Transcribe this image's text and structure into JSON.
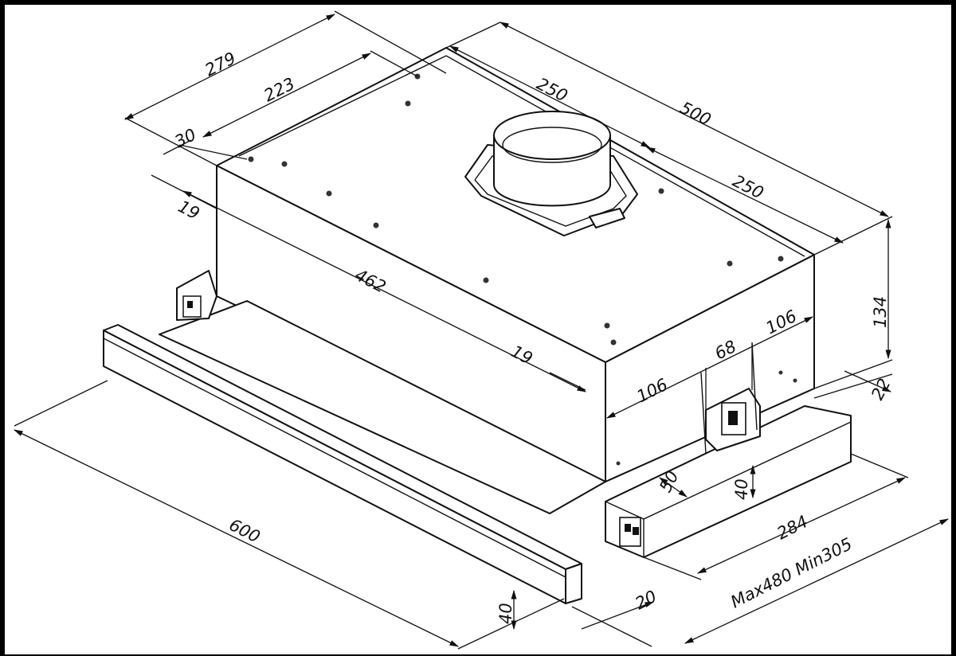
{
  "drawing": {
    "dimensions": {
      "d279": "279",
      "d223": "223",
      "d30": "30",
      "d19_left": "19",
      "d250_top": "250",
      "d500": "500",
      "d250_right": "250",
      "d462": "462",
      "d19_mid": "19",
      "d134": "134",
      "d106_top": "106",
      "d68": "68",
      "d106_mid": "106",
      "d22": "22",
      "d50": "50",
      "d40_right": "40",
      "d284": "284",
      "dmaxmin": "Max480  Min305",
      "d600": "600",
      "d40_left": "40",
      "d20": "20"
    }
  }
}
